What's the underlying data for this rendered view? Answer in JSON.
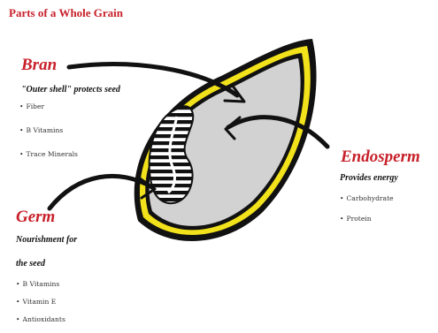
{
  "title": "Parts of a Whole Grain",
  "bran": {
    "name": "Bran",
    "description": "\"Outer shell\" protects seed",
    "items": [
      "Fiber",
      "B Vitamins",
      "Trace Minerals"
    ]
  },
  "endosperm": {
    "name": "Endosperm",
    "description": "Provides energy",
    "items": [
      "Carbohydrate",
      "Protein"
    ]
  },
  "germ": {
    "name": "Germ",
    "description_line1": "Nourishment for",
    "description_line2": "the seed",
    "items": [
      "B Vitamins",
      "Vitamin E",
      "Antioxidants"
    ]
  },
  "colors": {
    "title_red": "#c8202a",
    "outline_black": "#111111",
    "bran_yellow": "#f2e21b",
    "endosperm_gray": "#d2d2d2"
  }
}
